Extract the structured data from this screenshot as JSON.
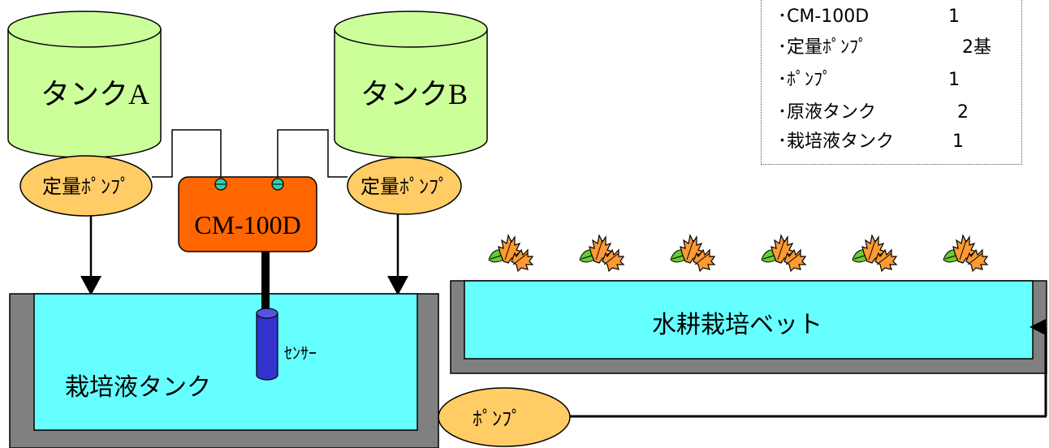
{
  "tanks": {
    "a": {
      "label": "タンクA"
    },
    "b": {
      "label": "タンクB"
    }
  },
  "pumps": {
    "dosing_left": {
      "label": "定量ﾎﾟﾝﾌﾟ"
    },
    "dosing_right": {
      "label": "定量ﾎﾟﾝﾌﾟ"
    },
    "circulation": {
      "label": "ﾎﾟﾝﾌﾟ"
    }
  },
  "controller": {
    "label": "CM-100D"
  },
  "sensor": {
    "label": "ｾﾝｻｰ"
  },
  "nutrient_tank": {
    "label": "栽培液タンク"
  },
  "hydroponic_bed": {
    "label": "水耕栽培ベット"
  },
  "plants": {
    "icon": "plant-icon",
    "count": 6
  },
  "legend": {
    "items": [
      {
        "name": "･CM-100D",
        "qty": "1"
      },
      {
        "name": "･定量ﾎﾟﾝﾌﾟ",
        "qty": "2基"
      },
      {
        "name": "･ﾎﾟﾝﾌﾟ",
        "qty": "1"
      },
      {
        "name": "･原液タンク",
        "qty": "2"
      },
      {
        "name": "･栽培液タンク",
        "qty": "1"
      }
    ]
  },
  "colors": {
    "tank_fill": "#ccff99",
    "pump_fill": "#ffcc66",
    "controller_fill": "#ff6600",
    "water_fill": "#66ffff",
    "basin_fill": "#808080",
    "sensor_fill": "#3333cc",
    "port_fill": "#33ccaa",
    "leaf_orange": "#ff9933",
    "leaf_green": "#66cc33"
  }
}
